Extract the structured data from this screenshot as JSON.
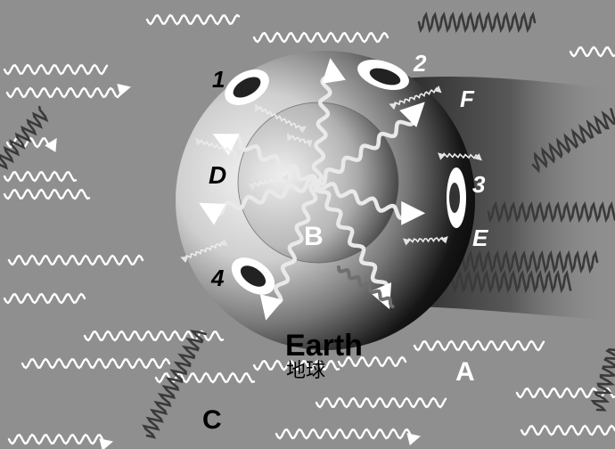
{
  "labels": {
    "n1": "1",
    "n2": "2",
    "n3": "3",
    "n4": "4",
    "A": "A",
    "B": "B",
    "C": "C",
    "D": "D",
    "E": "E",
    "F": "F"
  },
  "earth": {
    "name": "Earth",
    "name_cn": "地球"
  },
  "colors": {
    "background": "#8f8f8f",
    "wave_light": "#ffffff",
    "wave_dark": "#3a3a3a",
    "shadow": "#111111"
  }
}
